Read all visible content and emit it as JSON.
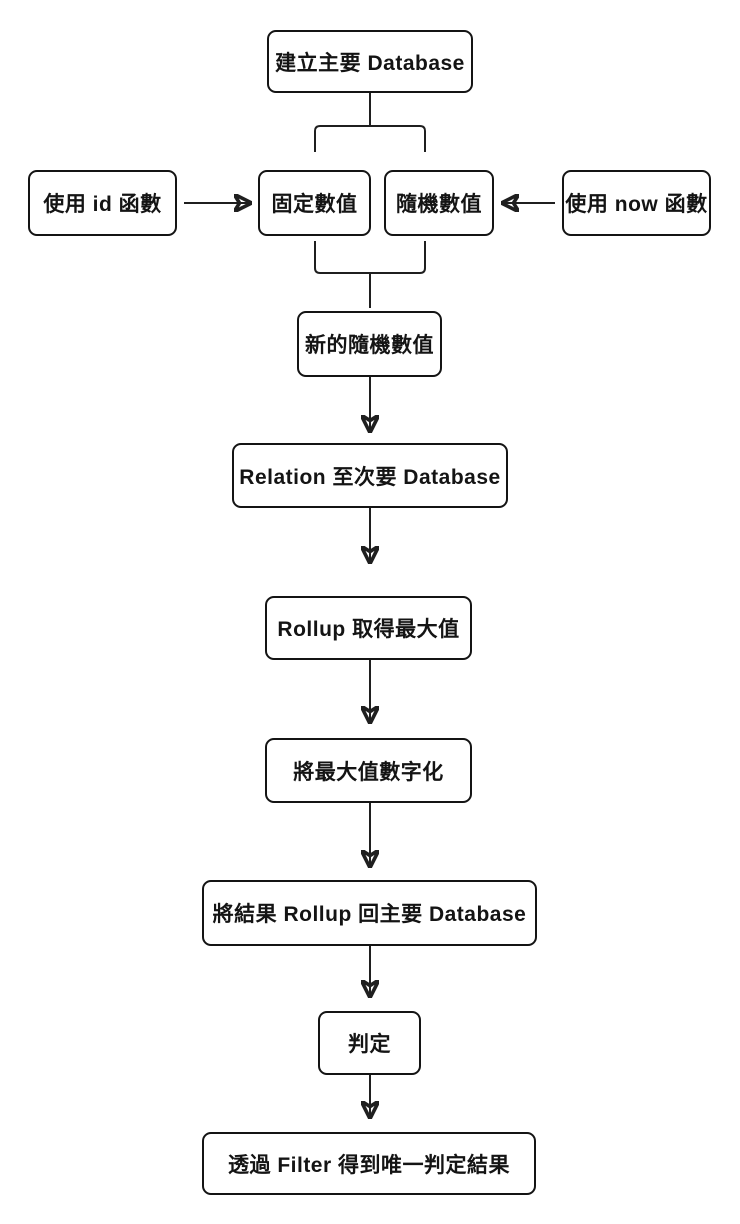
{
  "diagram": {
    "type": "flowchart",
    "direction": "top-down",
    "nodes": [
      {
        "id": "create-main-db",
        "label": "建立主要 Database"
      },
      {
        "id": "use-id-function",
        "label": "使用 id 函數"
      },
      {
        "id": "fixed-value",
        "label": "固定數值"
      },
      {
        "id": "random-value",
        "label": "隨機數值"
      },
      {
        "id": "use-now-function",
        "label": "使用 now 函數"
      },
      {
        "id": "new-random-value",
        "label": "新的隨機數值"
      },
      {
        "id": "relation-secondary-db",
        "label": "Relation 至次要 Database"
      },
      {
        "id": "rollup-get-max",
        "label": "Rollup 取得最大值"
      },
      {
        "id": "digitize-max-value",
        "label": "將最大值數字化"
      },
      {
        "id": "rollup-back-main-db",
        "label": "將結果 Rollup 回主要 Database"
      },
      {
        "id": "judge",
        "label": "判定"
      },
      {
        "id": "filter-unique-result",
        "label": "透過 Filter 得到唯一判定結果"
      }
    ],
    "edges": [
      {
        "from": "create-main-db",
        "to": "fixed-value",
        "arrow": false
      },
      {
        "from": "create-main-db",
        "to": "random-value",
        "arrow": false
      },
      {
        "from": "use-id-function",
        "to": "fixed-value",
        "arrow": true
      },
      {
        "from": "use-now-function",
        "to": "random-value",
        "arrow": true
      },
      {
        "from": "fixed-value",
        "to": "new-random-value",
        "arrow": false
      },
      {
        "from": "random-value",
        "to": "new-random-value",
        "arrow": false
      },
      {
        "from": "new-random-value",
        "to": "relation-secondary-db",
        "arrow": true
      },
      {
        "from": "relation-secondary-db",
        "to": "rollup-get-max",
        "arrow": true
      },
      {
        "from": "rollup-get-max",
        "to": "digitize-max-value",
        "arrow": true
      },
      {
        "from": "digitize-max-value",
        "to": "rollup-back-main-db",
        "arrow": true
      },
      {
        "from": "rollup-back-main-db",
        "to": "judge",
        "arrow": true
      },
      {
        "from": "judge",
        "to": "filter-unique-result",
        "arrow": true
      }
    ],
    "colors": {
      "background": "#ffffff",
      "node_border": "#141414",
      "node_fill": "#ffffff",
      "text": "#141414",
      "line": "#1f1f1f"
    }
  }
}
